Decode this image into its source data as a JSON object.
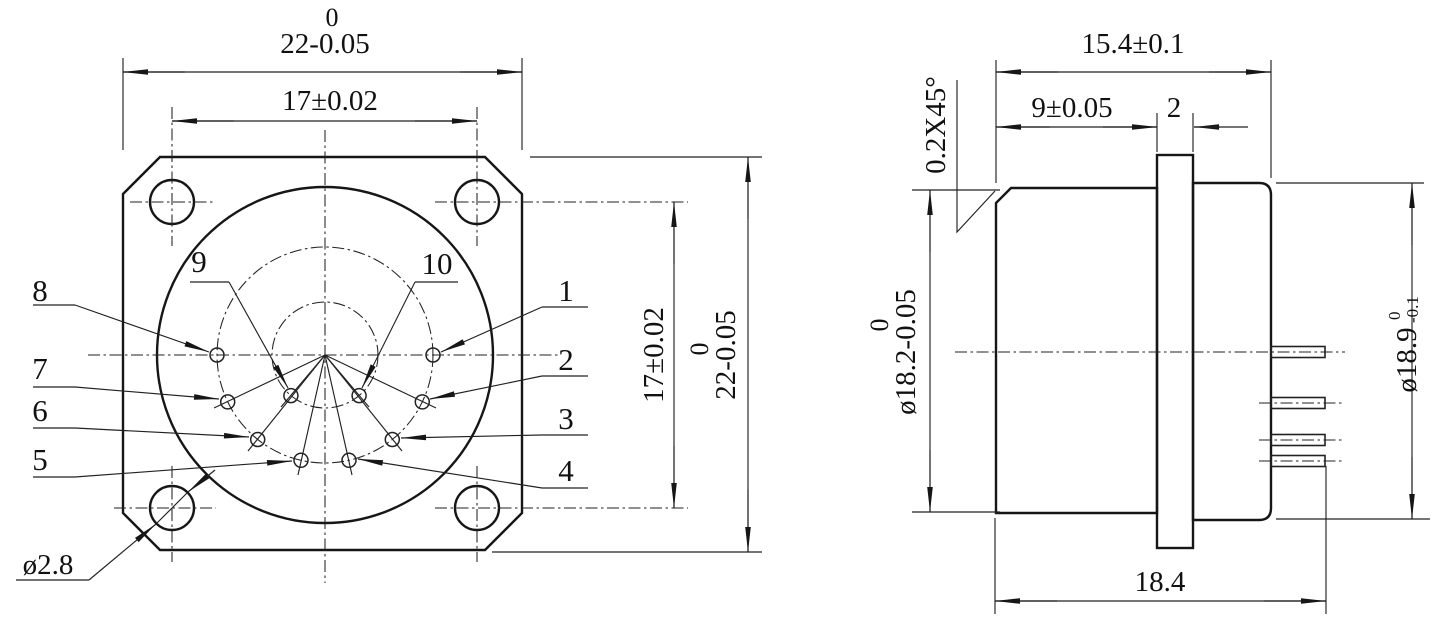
{
  "drawing": {
    "background": "#ffffff",
    "line_color": "#161616",
    "front_view": {
      "pin_labels": [
        {
          "n": "1"
        },
        {
          "n": "2"
        },
        {
          "n": "3"
        },
        {
          "n": "4"
        },
        {
          "n": "5"
        },
        {
          "n": "6"
        },
        {
          "n": "7"
        },
        {
          "n": "8"
        },
        {
          "n": "9"
        },
        {
          "n": "10"
        }
      ],
      "dims": {
        "width_top": {
          "sup": "0",
          "main": "22-0.05"
        },
        "mount_spacing_top": {
          "main": "17±0.02"
        },
        "mount_spacing_side": {
          "main": "17±0.02"
        },
        "height_side": {
          "sup": "0",
          "main": "22-0.05"
        },
        "mount_hole_dia": {
          "main": "ø2.8"
        }
      }
    },
    "side_view": {
      "dims": {
        "total_length": {
          "main": "15.4±0.1"
        },
        "front_length": {
          "main": "9±0.05"
        },
        "flange_thickness": {
          "main": "2"
        },
        "chamfer": {
          "main": "0.2X45°"
        },
        "front_dia": {
          "sup": "0",
          "main": "ø18.2-0.05"
        },
        "rear_dia": {
          "main": "ø18.9",
          "tol_upper": "0",
          "tol_lower": "-0.1"
        },
        "rear_length": {
          "main": "18.4"
        }
      }
    }
  }
}
